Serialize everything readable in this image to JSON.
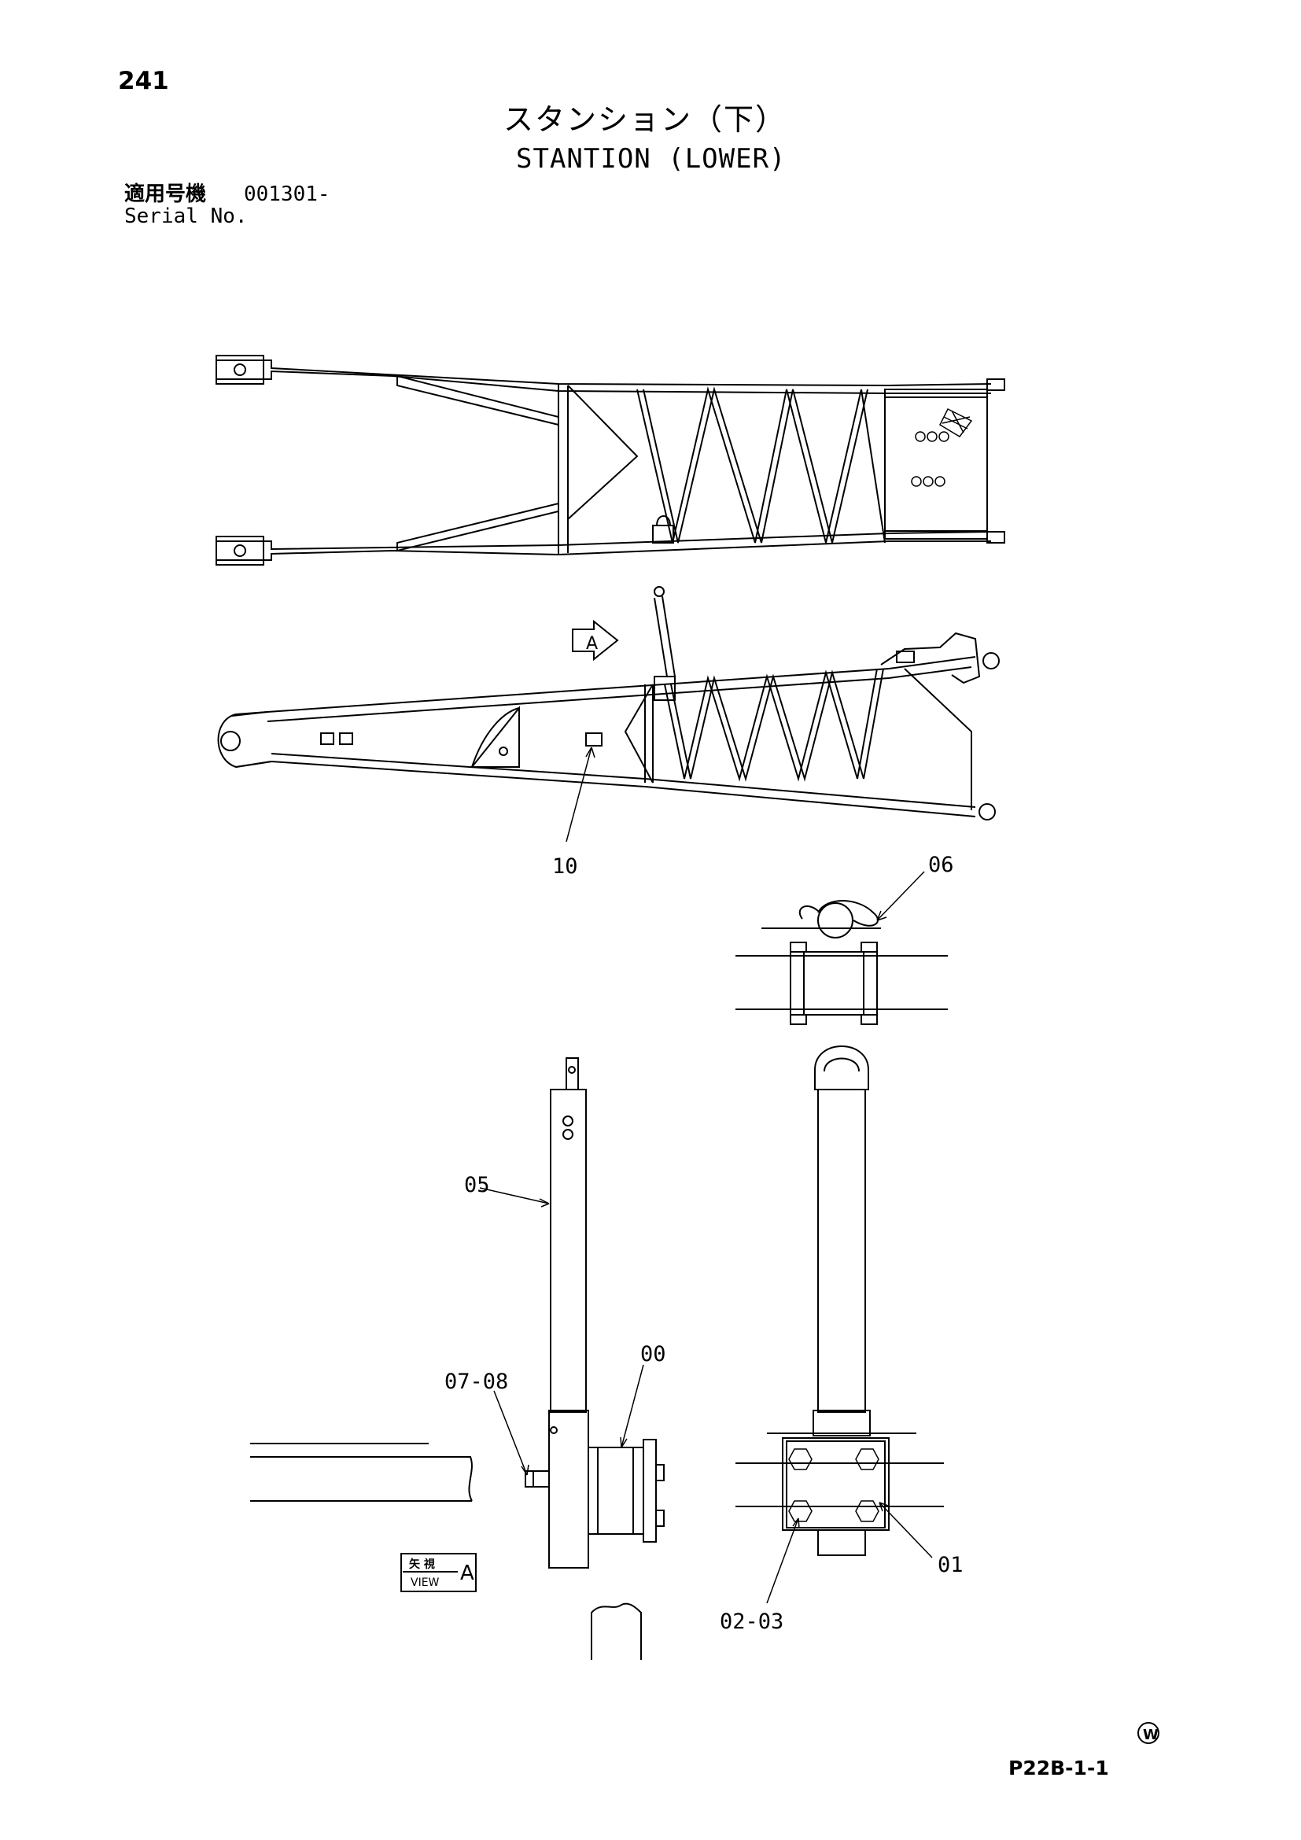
{
  "header": {
    "page_number": "241",
    "title_jp": "スタンション（下）",
    "title_en": "STANTION (LOWER)",
    "serial_label_jp": "適用号機",
    "serial_value": "001301-",
    "serial_label_en": "Serial No."
  },
  "callouts": {
    "c10": "10",
    "c06": "06",
    "c05": "05",
    "c00": "00",
    "c0708": "07-08",
    "c01": "01",
    "c0203": "02-03"
  },
  "view_marker": {
    "arrow_letter": "A",
    "box_jp": "矢 視",
    "box_en": "VIEW",
    "box_letter": "A"
  },
  "footer": {
    "w_mark": "W",
    "page_code": "P22B-1-1"
  }
}
